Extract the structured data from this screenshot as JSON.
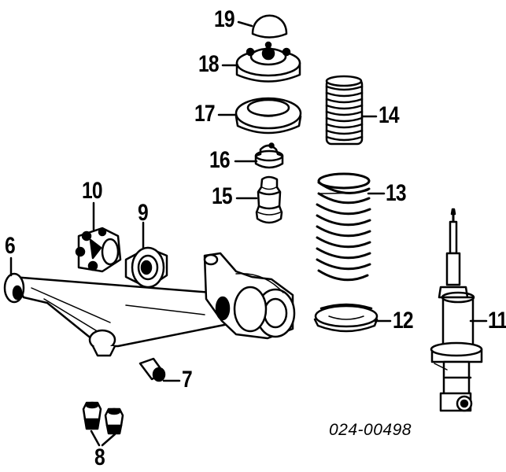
{
  "callouts": {
    "p19": "19",
    "p18": "18",
    "p17": "17",
    "p16": "16",
    "p15": "15",
    "p14": "14",
    "p13": "13",
    "p12": "12",
    "p11": "11",
    "p10": "10",
    "p9": "9",
    "p8": "8",
    "p7": "7",
    "p6": "6"
  },
  "reference_code": "024-00498",
  "colors": {
    "ink": "#000000",
    "background": "#ffffff"
  }
}
